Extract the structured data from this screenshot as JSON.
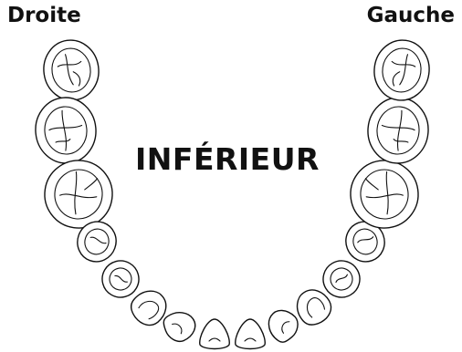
{
  "labels": {
    "right": "Droite",
    "left": "Gauche",
    "arch": "INFÉRIEUR"
  },
  "colors": {
    "ink": "#111111",
    "background": "#ffffff"
  }
}
